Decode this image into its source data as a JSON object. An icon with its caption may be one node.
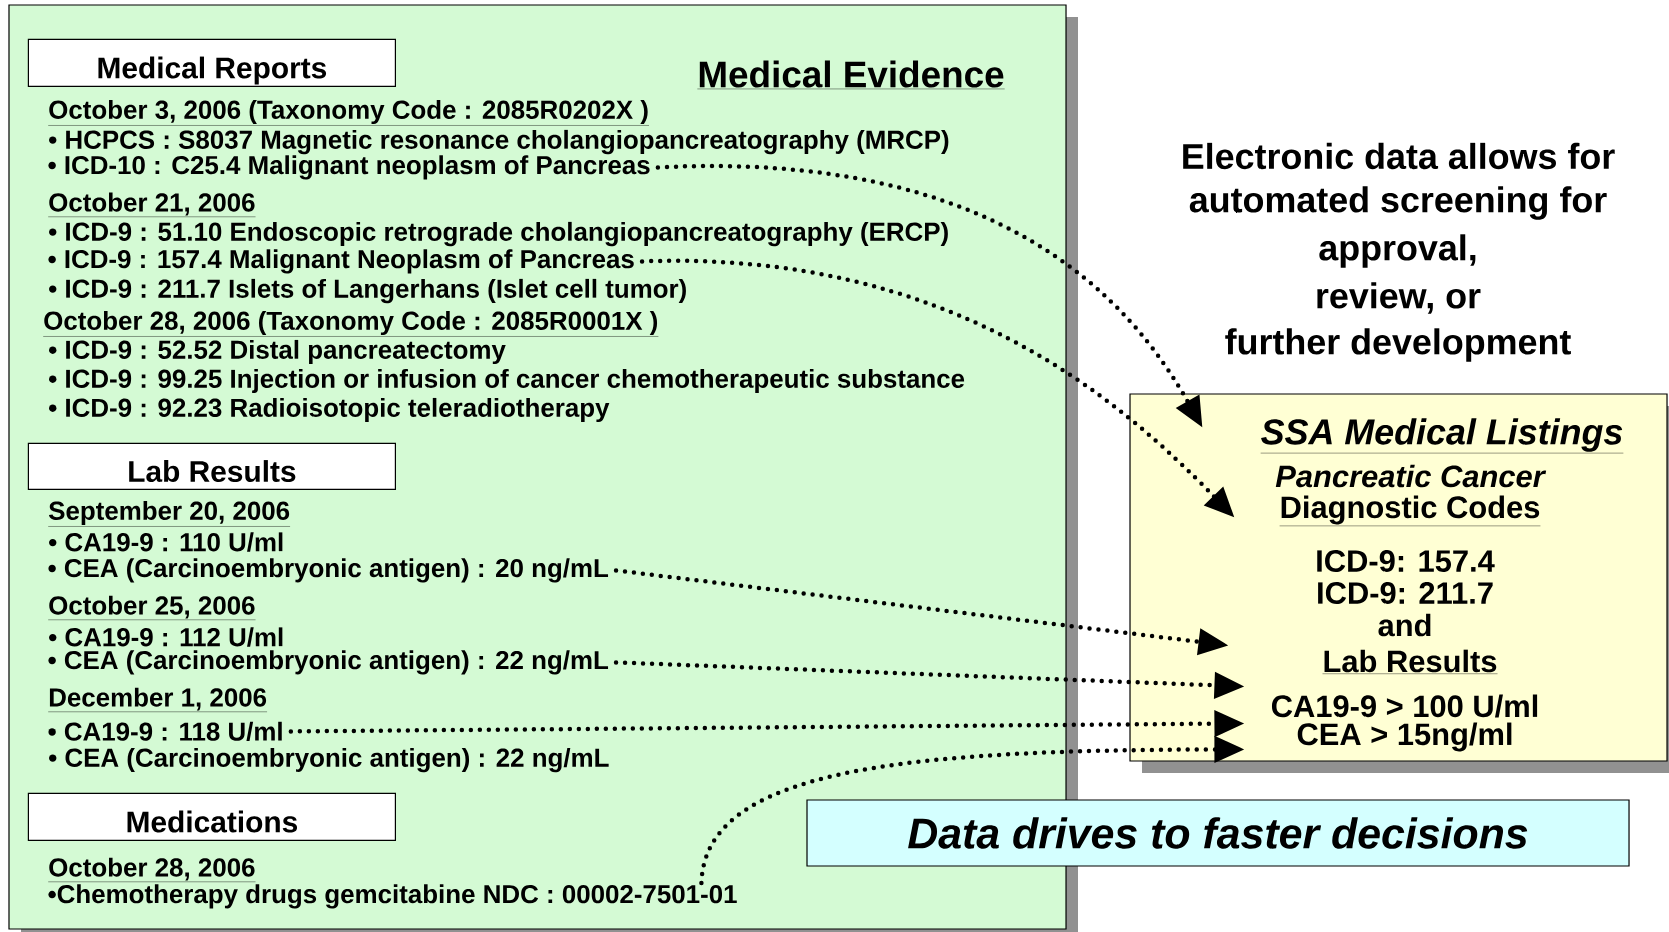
{
  "diagram": {
    "nodes": [
      {
        "text": [
          "Medical Evidence"
        ]
      },
      {
        "text": [
          "Medical Reports"
        ],
        "in": 0
      },
      {
        "text": [
          "• ICD-10 : C25.4 Malignant neoplasm of Pancreas"
        ],
        "in": 0
      },
      {
        "text": [
          "• ICD-9 : 157.4 Malignant Neoplasm of Pancreas"
        ],
        "in": 0
      },
      {
        "text": [
          "Lab Results"
        ],
        "in": 0
      },
      {
        "text": [
          "• CEA (Carcinoembryonic antigen) : 20 ng/mL"
        ],
        "in": 0
      },
      {
        "text": [
          "• CEA (Carcinoembryonic antigen) : 22 ng/mL"
        ],
        "in": 0
      },
      {
        "text": [
          "• CA19-9 : 118 U/ml"
        ],
        "in": 0
      },
      {
        "text": [
          "Medications"
        ],
        "in": 0
      },
      {
        "text": [
          "•Chemotherapy drugs gemcitabine NDC : 00002-7501-01"
        ],
        "in": 0
      },
      {
        "text": [
          "SSA Medical Listings",
          "Pancreatic Cancer",
          "Diagnostic Codes",
          "ICD-9: 157.4",
          "ICD-9: 211.7",
          "and",
          "Lab Results",
          "CA19-9 > 100 U/ml",
          "CEA > 15ng/ml"
        ]
      },
      {
        "text": [
          "Data drives to faster decisions"
        ]
      }
    ],
    "edges": [
      {
        "from": 2,
        "to": 10,
        "arrow": "to"
      },
      {
        "from": 3,
        "to": 10,
        "arrow": "to"
      },
      {
        "from": 5,
        "to": 10,
        "arrow": "to"
      },
      {
        "from": 6,
        "to": 10,
        "arrow": "to"
      },
      {
        "from": 7,
        "to": 10,
        "arrow": "to"
      },
      {
        "from": 9,
        "to": 10,
        "arrow": "to"
      }
    ],
    "labels": [
      "October 3, 2006 (Taxonomy Code : 2085R0202X )",
      "• HCPCS : S8037 Magnetic resonance cholangiopancreatography (MRCP)",
      "October 21, 2006",
      "• ICD-9 : 51.10 Endoscopic retrograde cholangiopancreatography (ERCP)",
      "• ICD-9 : 211.7 Islets of Langerhans (Islet cell tumor)",
      "October 28, 2006 (Taxonomy Code : 2085R0001X )",
      "• ICD-9 : 52.52 Distal pancreatectomy",
      "• ICD-9 : 99.25 Injection or infusion of cancer chemotherapeutic substance",
      "• ICD-9 : 92.23 Radioisotopic teleradiotherapy",
      "September 20, 2006",
      "• CA19-9 : 110 U/ml",
      "October 25, 2006",
      "• CA19-9 : 112 U/ml",
      "December 1, 2006",
      "• CEA (Carcinoembryonic antigen) : 22 ng/mL",
      "October 28, 2006",
      "Electronic data allows for",
      "automated screening for",
      "approval,",
      "review, or",
      "further development"
    ]
  }
}
